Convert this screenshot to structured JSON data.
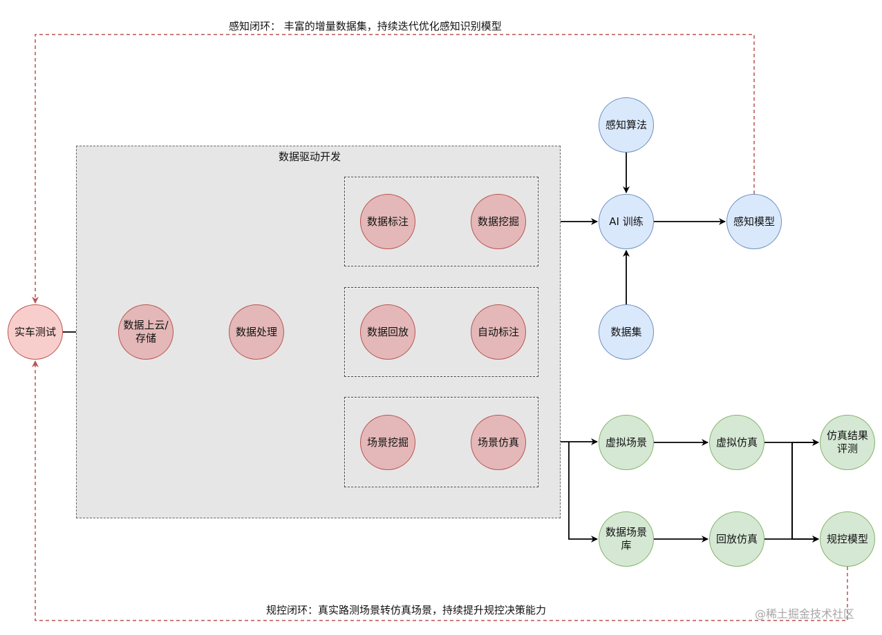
{
  "diagram": {
    "loops": {
      "perception": "感知闭环： 丰富的增量数据集，持续迭代优化感知识别模型",
      "planning": "规控闭环：真实路测场景转仿真场景，持续提升规控决策能力"
    },
    "group_title": "数据驱动开发",
    "nodes": {
      "road_test": "实车测试",
      "upload": "数据上云/\n存储",
      "processing": "数据处理",
      "labeling": "数据标注",
      "mining": "数据挖掘",
      "replay": "数据回放",
      "auto_label": "自动标注",
      "scene_mining": "场景挖掘",
      "scene_sim": "场景仿真",
      "perception_algo": "感知算法",
      "ai_training": "AI 训练",
      "perception_model": "感知模型",
      "dataset": "数据集",
      "virtual_scene": "虚拟场景",
      "virtual_sim": "虚拟仿真",
      "sim_eval": "仿真结果\n评测",
      "scene_library": "数据场景\n库",
      "replay_sim": "回放仿真",
      "planning_model": "规控模型"
    },
    "watermark": "@稀土掘金技术社区",
    "colors": {
      "data_node_fill": "#e4b8b8",
      "ai_node_fill": "#dae8fc",
      "sim_node_fill": "#d5e8d4",
      "loop_line": "#b85450"
    }
  }
}
